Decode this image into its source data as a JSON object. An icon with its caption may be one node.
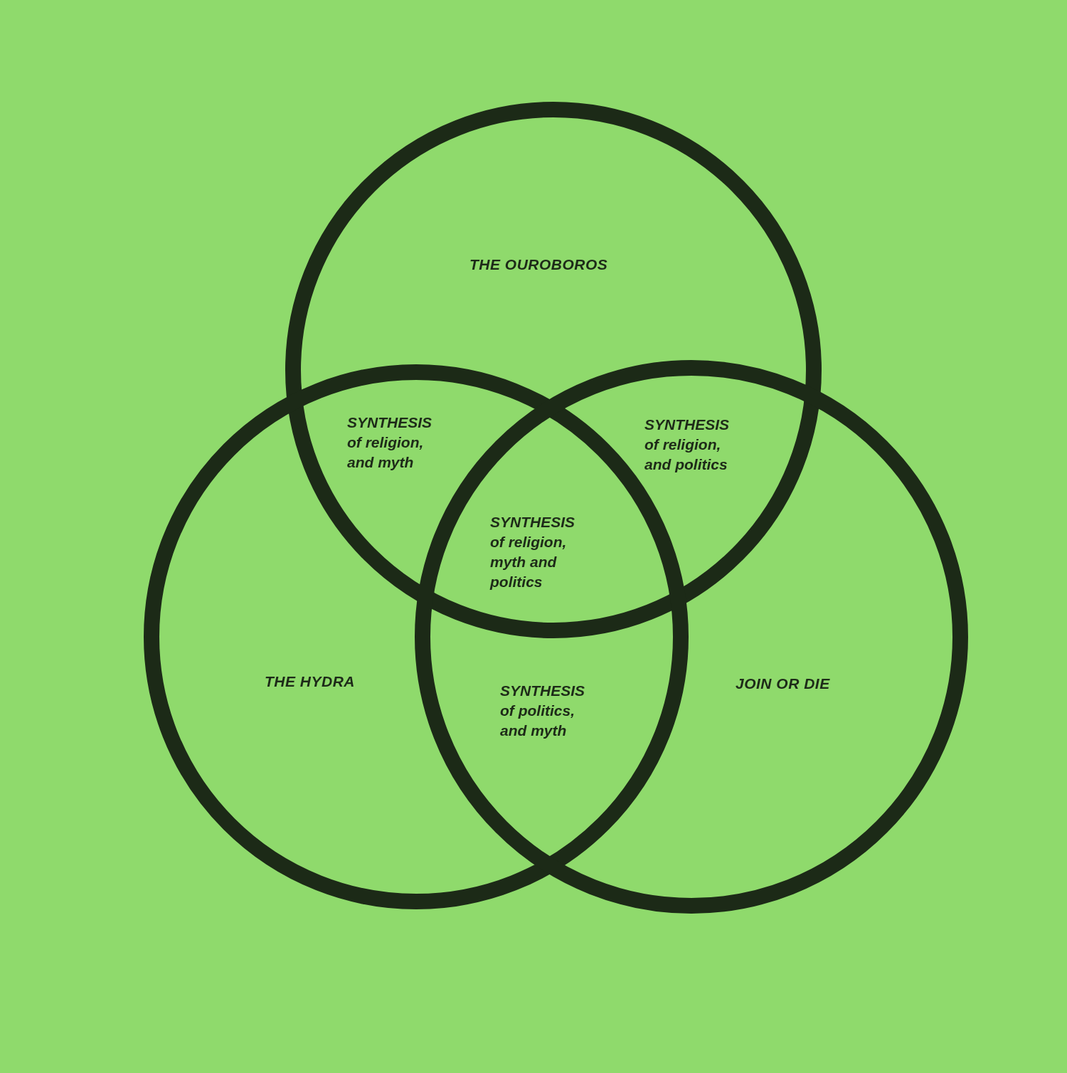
{
  "diagram": {
    "nodes": [
      {
        "text": [
          "THE OUROBOROS"
        ]
      },
      {
        "text": [
          "THE HYDRA"
        ]
      },
      {
        "text": [
          "JOIN OR DIE"
        ]
      }
    ],
    "labels": [
      "SYNTHESIS",
      "of religion, and myth",
      "SYNTHESIS",
      "of religion, and politics",
      "SYNTHESIS",
      "of religion, myth and politics",
      "SYNTHESIS",
      "of politics, and myth"
    ]
  }
}
